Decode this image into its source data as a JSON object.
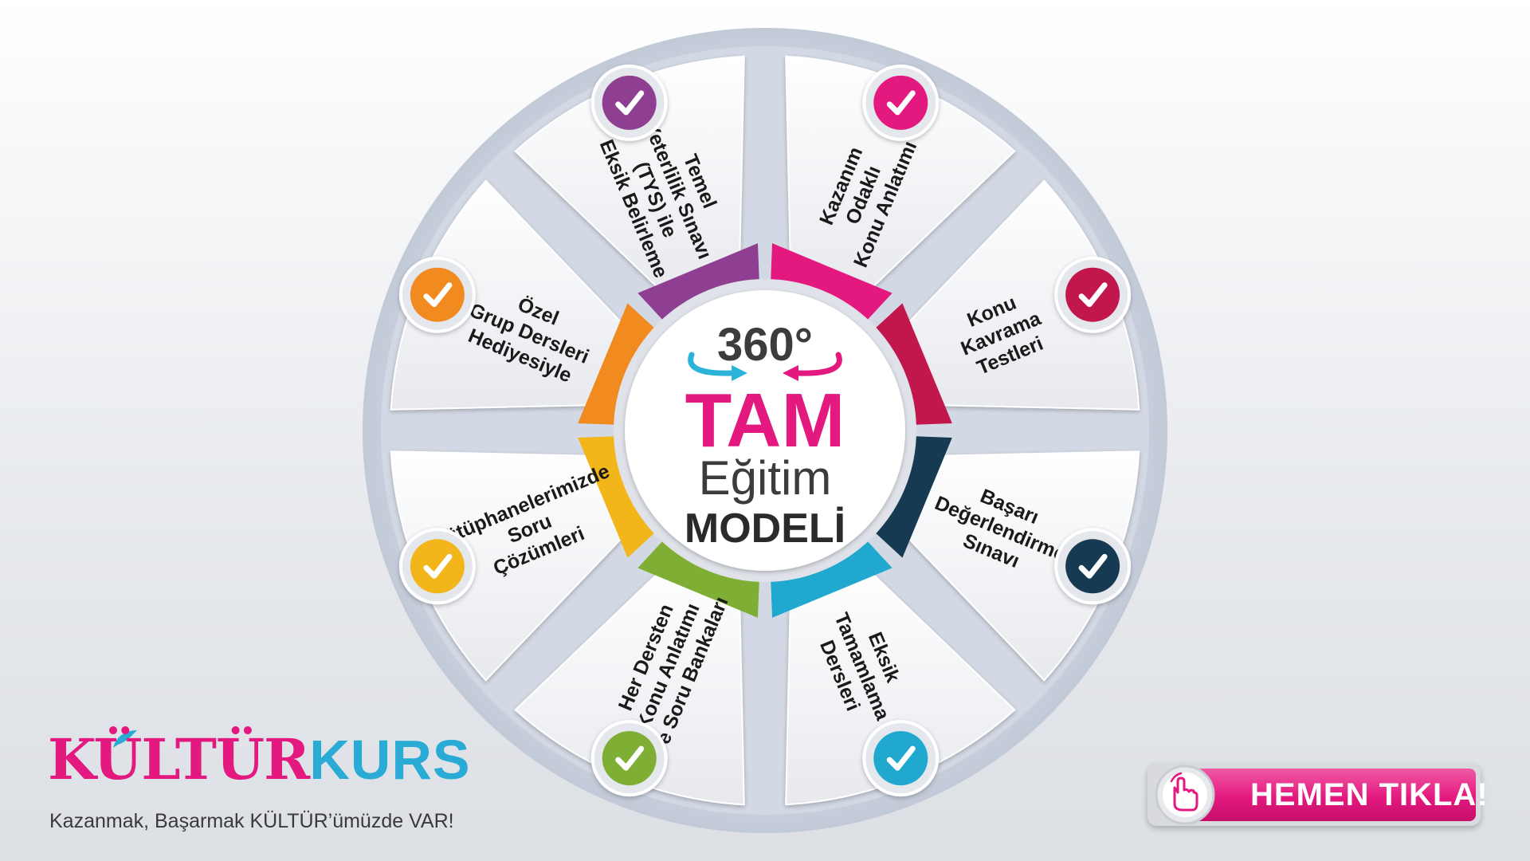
{
  "center": {
    "degree": "360°",
    "title": "TAM",
    "line2": "Eğitim",
    "line3": "MODELİ"
  },
  "segments": [
    {
      "id": "tys",
      "lines": [
        "Temel",
        "Yeterlilik Sınavı",
        "(TYS) ile",
        "Eksik Belirleme"
      ],
      "color": "#8e3f92",
      "icon": "checkmark-icon"
    },
    {
      "id": "kazanim",
      "lines": [
        "Kazanım",
        "Odaklı",
        "Konu Anlatımı"
      ],
      "color": "#e3197f",
      "icon": "checkmark-icon"
    },
    {
      "id": "konu-kavrama",
      "lines": [
        "Konu",
        "Kavrama",
        "Testleri"
      ],
      "color": "#c2174d",
      "icon": "checkmark-icon"
    },
    {
      "id": "basari",
      "lines": [
        "Başarı",
        "Değerlendirme",
        "Sınavı"
      ],
      "color": "#163a52",
      "icon": "checkmark-icon"
    },
    {
      "id": "eksik",
      "lines": [
        "Eksik",
        "Tamamlama",
        "Dersleri"
      ],
      "color": "#20a8cf",
      "icon": "checkmark-icon"
    },
    {
      "id": "her-dersten",
      "lines": [
        "Her Dersten",
        "Konu Anlatımı",
        "ve Soru Bankaları"
      ],
      "color": "#7fae35",
      "icon": "checkmark-icon"
    },
    {
      "id": "kutuphane",
      "lines": [
        "Kütüphanelerimizde",
        "Soru",
        "Çözümleri"
      ],
      "color": "#f2b51a",
      "icon": "checkmark-icon"
    },
    {
      "id": "ozel",
      "lines": [
        "Özel",
        "Grup Dersleri",
        "Hediyesiyle"
      ],
      "color": "#f18a1f",
      "icon": "checkmark-icon"
    }
  ],
  "logo": {
    "part1": "KÜLTÜR",
    "part2": "KURS",
    "slogan": "Kazanmak, Başarmak  KÜLTÜR’ümüzde VAR!",
    "color1": "#e3197f",
    "color2": "#29abd6"
  },
  "cta": {
    "label": "HEMEN TIKLA!",
    "icon": "hand-pointer-icon",
    "color": "#e3197f"
  }
}
